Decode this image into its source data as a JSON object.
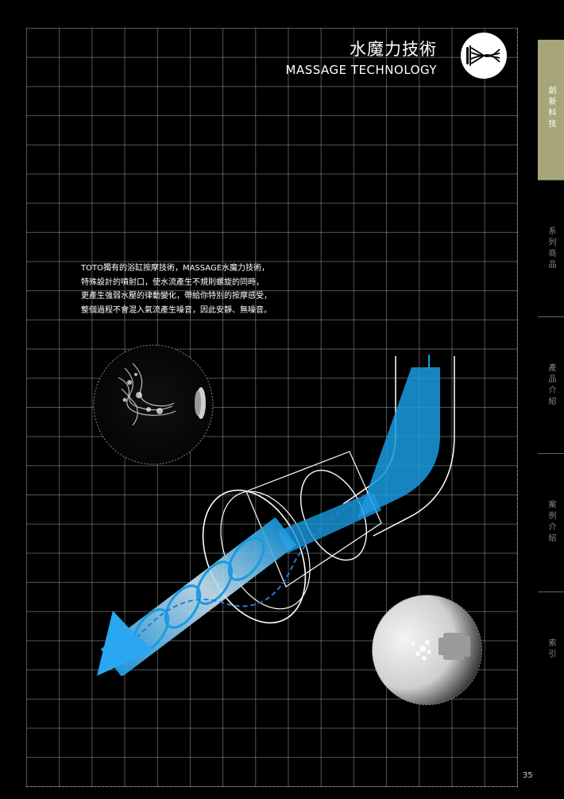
{
  "header": {
    "title_zh": "水魔力技術",
    "title_en": "MASSAGE TECHNOLOGY",
    "logo_icon": "massage-wave-icon"
  },
  "sidebar": {
    "tabs": [
      {
        "label": "創新科技",
        "active": true
      },
      {
        "label": "系列商品",
        "active": false
      },
      {
        "label": "產品介紹",
        "active": false
      },
      {
        "label": "案例介紹",
        "active": false
      },
      {
        "label": "索引",
        "active": false
      }
    ],
    "active_color": "#a7a67a"
  },
  "description": {
    "lines": [
      "TOTO獨有的浴缸按摩技術，MASSAGE水魔力技術，",
      "特殊設計的噴射口，使水流產生不規則螺旋的同時，",
      "更產生強弱水壓的律動變化，帶給你特別的按摩感受，",
      "整個過程不會混入氣流產生噪音，因此安靜、無噪音。"
    ]
  },
  "images": {
    "jet_photo_1": "water-jet-photo",
    "jet_photo_2": "nozzle-spray-photo",
    "diagram": "massage-nozzle-cutaway-diagram"
  },
  "colors": {
    "accent_blue": "#1a9be0",
    "grid": "#bebebe"
  },
  "footer": {
    "page_number": "35"
  }
}
